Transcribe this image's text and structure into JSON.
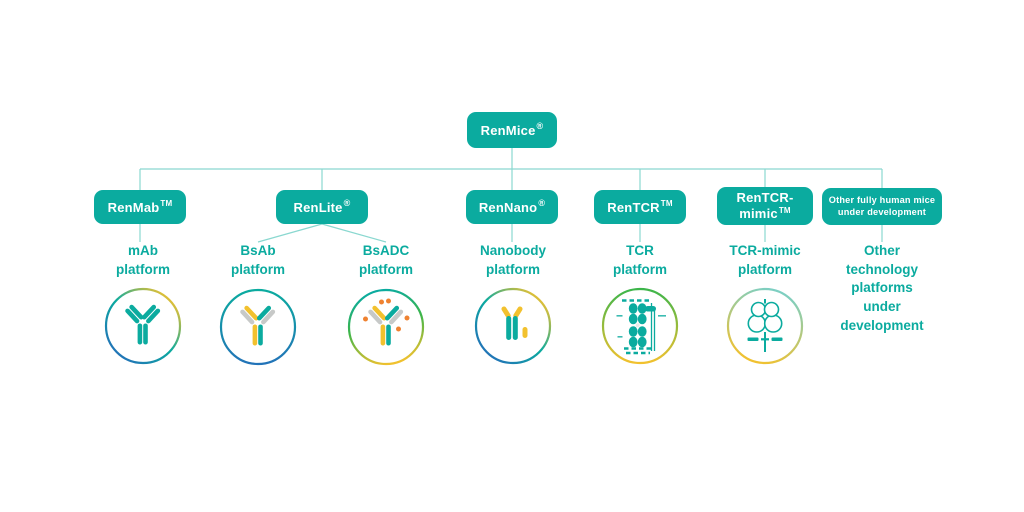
{
  "root": {
    "label": "RenMice",
    "sup": "®"
  },
  "branches": [
    {
      "label": "RenMab",
      "sup": "TM"
    },
    {
      "label": "RenLite",
      "sup": "®"
    },
    {
      "label": "RenNano",
      "sup": "®"
    },
    {
      "label": "RenTCR",
      "sup": "TM"
    },
    {
      "label": "RenTCR-mimic",
      "sup": "TM"
    },
    {
      "label": "Other fully human mice under development",
      "sup": ""
    }
  ],
  "platforms": [
    {
      "name": "mAb platform",
      "icon": "monoclonal-antibody-icon"
    },
    {
      "name": "BsAb platform",
      "icon": "bispecific-antibody-icon"
    },
    {
      "name": "BsADC platform",
      "icon": "bispecific-adc-icon"
    },
    {
      "name": "Nanobody platform",
      "icon": "nanobody-icon"
    },
    {
      "name": "TCR platform",
      "icon": "tcr-complex-icon"
    },
    {
      "name": "TCR-mimic platform",
      "icon": "tcr-mimic-icon"
    },
    {
      "name": "Other technology platforms under development",
      "icon": ""
    }
  ],
  "colors": {
    "teal": "#0BAB9F",
    "connector_line": "#8AD8D0",
    "yellow": "#F2C12E",
    "blue": "#2273B8",
    "gray": "#C7C9C8",
    "orange": "#EF8231",
    "green": "#3CB54A",
    "box_text": "#FFFFFF"
  }
}
